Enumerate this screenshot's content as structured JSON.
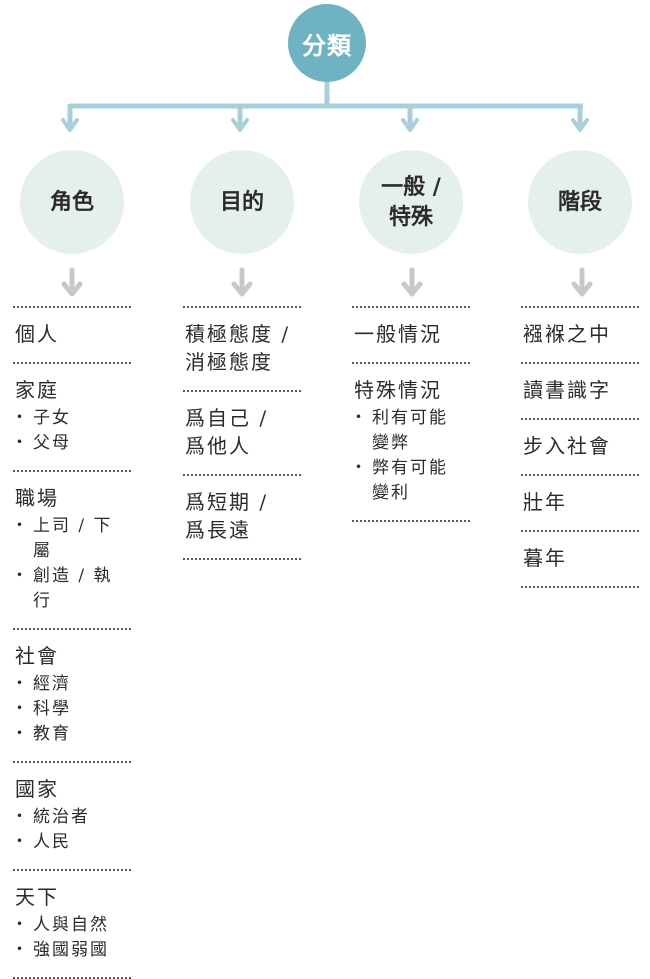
{
  "root": {
    "label": "分類"
  },
  "categories": [
    {
      "label": "角色"
    },
    {
      "label": "目的"
    },
    {
      "label": "一般 /\n特殊"
    },
    {
      "label": "階段"
    }
  ],
  "columns": [
    {
      "items": [
        {
          "title": "個人",
          "subs": []
        },
        {
          "title": "家庭",
          "subs": [
            "子女",
            "父母"
          ]
        },
        {
          "title": "職場",
          "subs": [
            "上司 / 下屬",
            "創造 / 執行"
          ]
        },
        {
          "title": "社會",
          "subs": [
            "經濟",
            "科學",
            "教育"
          ]
        },
        {
          "title": "國家",
          "subs": [
            "統治者",
            "人民"
          ]
        },
        {
          "title": "天下",
          "subs": [
            "人與自然",
            "強國弱國"
          ]
        }
      ]
    },
    {
      "items": [
        {
          "title": "積極態度 /\n消極態度",
          "subs": []
        },
        {
          "title": "爲自己 /\n爲他人",
          "subs": []
        },
        {
          "title": "爲短期 /\n爲長遠",
          "subs": []
        }
      ]
    },
    {
      "items": [
        {
          "title": "一般情況",
          "subs": []
        },
        {
          "title": "特殊情況",
          "subs": [
            "利有可能\n變弊",
            "弊有可能\n變利"
          ]
        }
      ]
    },
    {
      "items": [
        {
          "title": "襁褓之中",
          "subs": []
        },
        {
          "title": "讀書識字",
          "subs": []
        },
        {
          "title": "步入社會",
          "subs": []
        },
        {
          "title": "壯年",
          "subs": []
        },
        {
          "title": "暮年",
          "subs": []
        }
      ]
    }
  ]
}
